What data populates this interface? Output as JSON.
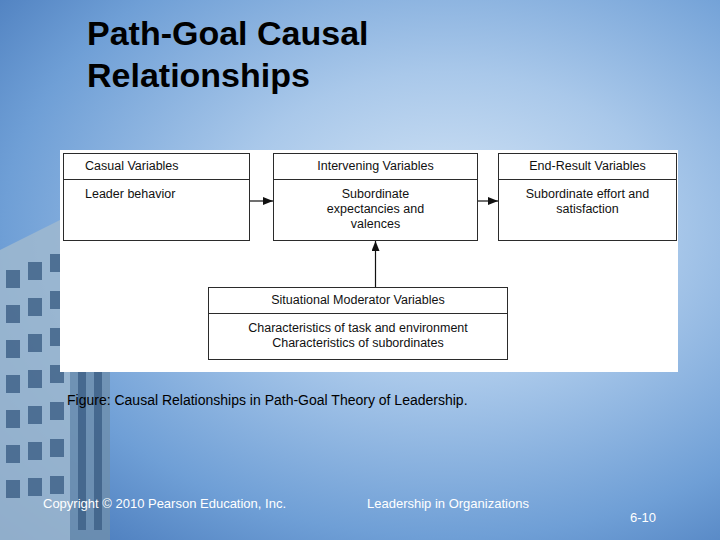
{
  "diagram": {
    "title": "Path-Goal Causal Relationships",
    "caption": "Figure: Causal Relationships in Path-Goal Theory of Leadership.",
    "nodes": [
      {
        "text": [
          "Casual Variables",
          "Leader behavior"
        ]
      },
      {
        "text": [
          "Intervening Variables",
          "Subordinate expectancies and valences"
        ]
      },
      {
        "text": [
          "End-Result Variables",
          "Subordinate effort and satisfaction"
        ]
      },
      {
        "text": [
          "Situational Moderator Variables",
          "Characteristics of task and environment",
          "Characteristics of subordinates"
        ]
      }
    ],
    "edges": [
      {
        "from": 0,
        "to": 1,
        "arrow": "to"
      },
      {
        "from": 1,
        "to": 2,
        "arrow": "to"
      },
      {
        "from": 3,
        "to": 1,
        "arrow": "to"
      }
    ],
    "labels": [
      "Copyright © 2010 Pearson Education, Inc.",
      "Leadership in Organizations",
      "6-10"
    ]
  }
}
